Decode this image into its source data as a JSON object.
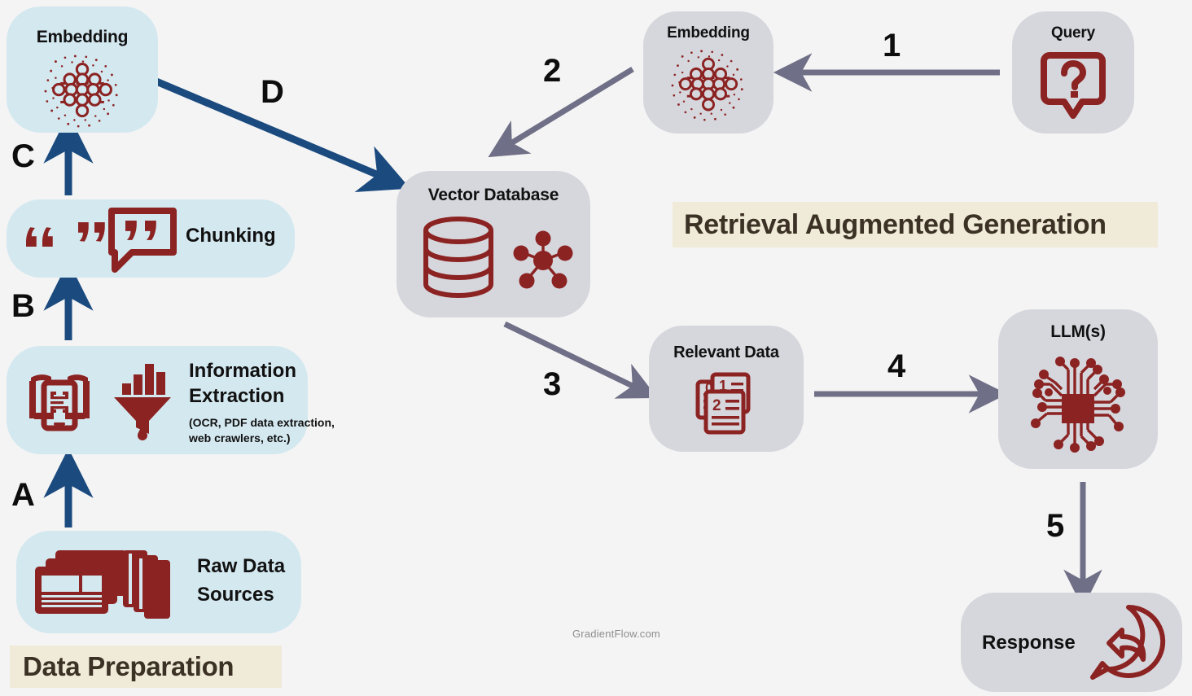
{
  "title": "Retrieval Augmented Generation",
  "watermark": "GradientFlow.com",
  "theme": {
    "background": "#f4f4f4",
    "node_blue": "#d4e8f0",
    "node_gray": "#d6d7dd",
    "icon_red": "#8b2322",
    "arrow_navy": "#1b4a7e",
    "arrow_slate": "#6f6f87",
    "banner_bg": "#f0ead8",
    "banner_text": "#3b3124",
    "text": "#111111"
  },
  "banners": [
    {
      "id": "rag-banner",
      "label": "Retrieval Augmented Generation"
    },
    {
      "id": "data-prep-banner",
      "label": "Data Preparation"
    }
  ],
  "nodes": [
    {
      "id": "embedding-left",
      "label": "Embedding",
      "icon": "embedding-network-icon",
      "style": "blue"
    },
    {
      "id": "chunking",
      "label": "Chunking",
      "icon": "quote-bubble-icon",
      "style": "blue"
    },
    {
      "id": "information-extraction",
      "label": "Information Extraction",
      "note": "(OCR, PDF data extraction, web crawlers, etc.)",
      "note_line1": "(OCR, PDF data extraction,",
      "note_line2": "web crawlers, etc.)",
      "icon": "ocr-scanner-icon",
      "icon2": "funnel-chart-icon",
      "style": "blue"
    },
    {
      "id": "raw-data-sources",
      "label": "Raw Data Sources",
      "label_line1": "Raw Data",
      "label_line2": "Sources",
      "icon": "document-stack-icon",
      "style": "blue"
    },
    {
      "id": "vector-database",
      "label": "Vector Database",
      "icon": "database-cylinder-icon",
      "icon2": "node-cluster-icon",
      "style": "gray"
    },
    {
      "id": "embedding-right",
      "label": "Embedding",
      "icon": "embedding-network-icon",
      "style": "gray"
    },
    {
      "id": "query",
      "label": "Query",
      "icon": "question-bubble-icon",
      "style": "gray"
    },
    {
      "id": "relevant-data",
      "label": "Relevant Data",
      "icon": "ranked-documents-icon",
      "style": "gray"
    },
    {
      "id": "llms",
      "label": "LLM(s)",
      "icon": "ai-chip-icon",
      "style": "gray"
    },
    {
      "id": "response",
      "label": "Response",
      "icon": "reply-bubble-icon",
      "style": "gray"
    }
  ],
  "flow_labels": {
    "prep": [
      "A",
      "B",
      "C",
      "D"
    ],
    "retrieval": [
      "1",
      "2",
      "3",
      "4",
      "5"
    ]
  },
  "edges": [
    {
      "id": "edge-a",
      "label": "A",
      "from": "raw-data-sources",
      "to": "information-extraction",
      "color": "navy"
    },
    {
      "id": "edge-b",
      "label": "B",
      "from": "information-extraction",
      "to": "chunking",
      "color": "navy"
    },
    {
      "id": "edge-c",
      "label": "C",
      "from": "chunking",
      "to": "embedding-left",
      "color": "navy"
    },
    {
      "id": "edge-d",
      "label": "D",
      "from": "embedding-left",
      "to": "vector-database",
      "color": "navy"
    },
    {
      "id": "edge-1",
      "label": "1",
      "from": "query",
      "to": "embedding-right",
      "color": "slate"
    },
    {
      "id": "edge-2",
      "label": "2",
      "from": "embedding-right",
      "to": "vector-database",
      "color": "slate"
    },
    {
      "id": "edge-3",
      "label": "3",
      "from": "vector-database",
      "to": "relevant-data",
      "color": "slate"
    },
    {
      "id": "edge-4",
      "label": "4",
      "from": "relevant-data",
      "to": "llms",
      "color": "slate"
    },
    {
      "id": "edge-5",
      "label": "5",
      "from": "llms",
      "to": "response",
      "color": "slate"
    }
  ]
}
